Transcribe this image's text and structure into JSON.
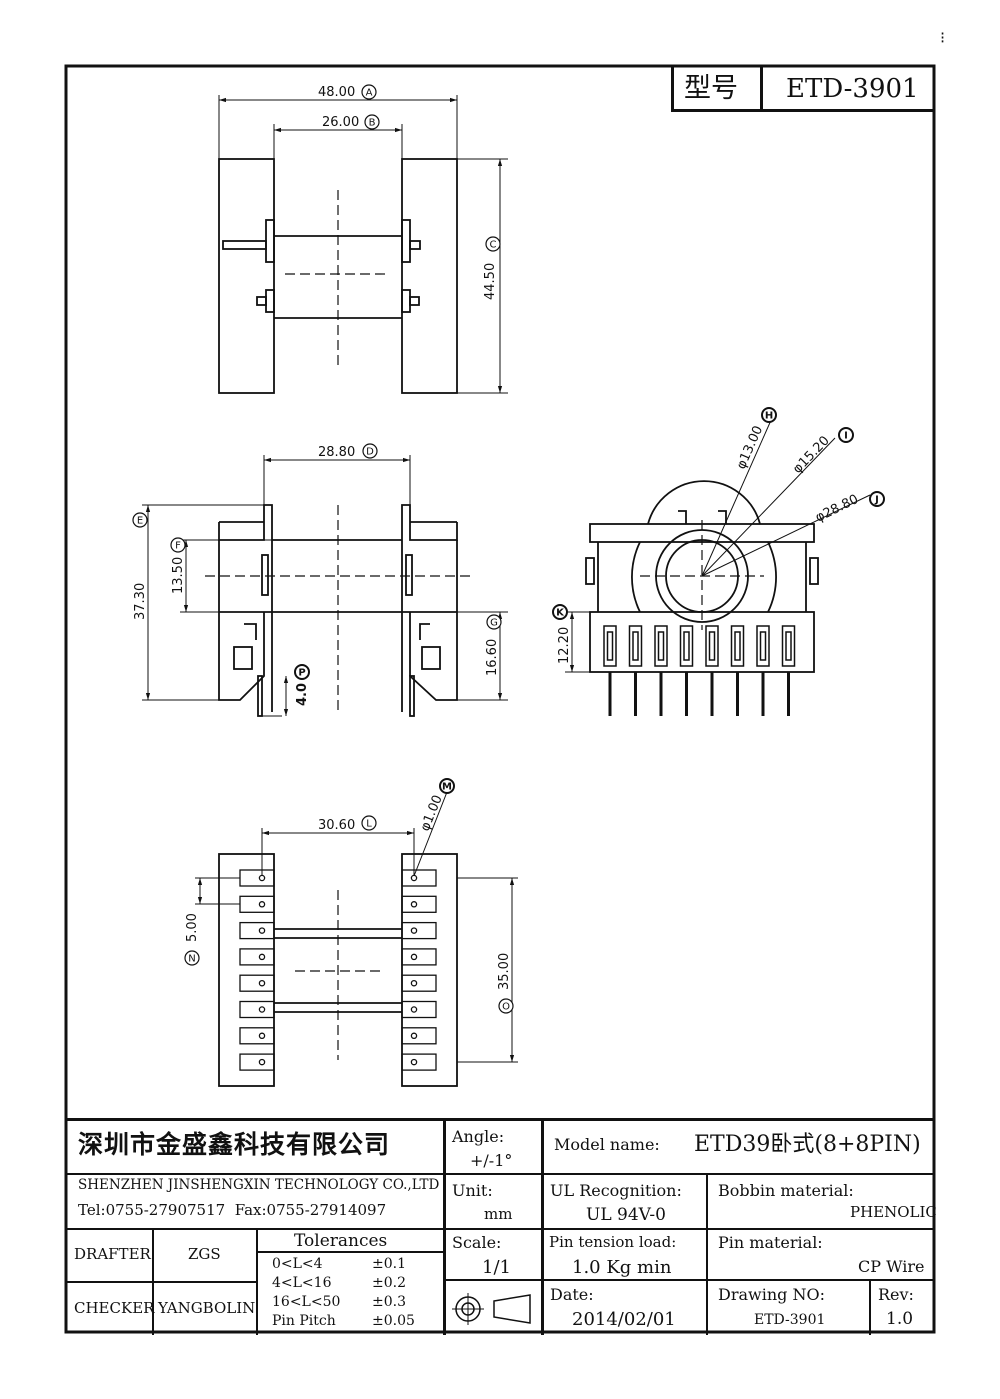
{
  "corner_mark": "⁝",
  "header": {
    "model_label": "型号",
    "model_value": "ETD-3901"
  },
  "dimensions": {
    "A": "48.00",
    "B": "26.00",
    "C": "44.50",
    "D": "28.80",
    "E": "37.30",
    "F": "13.50",
    "G": "16.60",
    "H": "φ13.00",
    "I": "φ15.20",
    "J": "φ28.80",
    "K": "12.20",
    "L": "30.60",
    "M": "φ1.00",
    "N": "5.00",
    "O": "35.00",
    "P": "4.0"
  },
  "markers": {
    "A": "A",
    "B": "B",
    "C": "C",
    "D": "D",
    "E": "E",
    "F": "F",
    "G": "G",
    "H": "H",
    "I": "I",
    "J": "J",
    "K": "K",
    "L": "L",
    "M": "M",
    "N": "N",
    "O": "O",
    "P": "P"
  },
  "title_block": {
    "company_cn": "深圳市金盛鑫科技有限公司",
    "company_en": "SHENZHEN JINSHENGXIN TECHNOLOGY CO.,LTD",
    "contact": "Tel:0755-27907517  Fax:0755-27914097",
    "angle_label": "Angle:",
    "angle_value": "+/-1°",
    "unit_label": "Unit:",
    "unit_value": "mm",
    "scale_label": "Scale:",
    "scale_value": "1/1",
    "model_name_label": "Model name:",
    "model_name_value": "ETD39卧式(8+8PIN)",
    "ul_label": "UL Recognition:",
    "ul_value": "UL 94V-0",
    "bobbin_label": "Bobbin material:",
    "bobbin_value": "PHENOLIC",
    "pin_tension_label": "Pin tension load:",
    "pin_tension_value": "1.0 Kg min",
    "pin_material_label": "Pin material:",
    "pin_material_value": "CP Wire",
    "date_label": "Date:",
    "date_value": "2014/02/01",
    "drawing_no_label": "Drawing NO:",
    "drawing_no_value": "ETD-3901",
    "rev_label": "Rev:",
    "rev_value": "1.0",
    "drafter_label": "DRAFTER",
    "drafter_value": "ZGS",
    "checker_label": "CHECKER",
    "checker_value": "YANGBOLIN",
    "tolerances_title": "Tolerances",
    "tolerances": [
      {
        "range": "0<L<4",
        "value": "±0.1"
      },
      {
        "range": "4<L<16",
        "value": "±0.2"
      },
      {
        "range": "16<L<50",
        "value": "±0.3"
      },
      {
        "range": "Pin Pitch",
        "value": "±0.05"
      }
    ]
  }
}
